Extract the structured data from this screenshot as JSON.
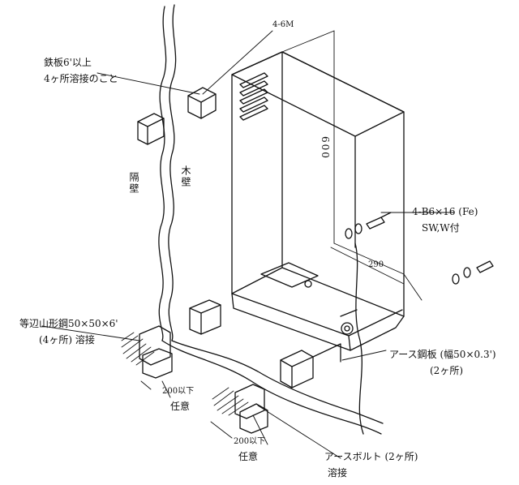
{
  "labels": {
    "anchor_4_6m": "4-6M",
    "iron_plate_line1": "鉄板6'以上",
    "iron_plate_line2": "4ヶ所溶接のこと",
    "partition_wall": "隔壁",
    "wood_wall": "木壁",
    "height_600": "600",
    "bolt_spec_line1": "4-B6×16 (Fe)",
    "bolt_spec_line2": "SW,W付",
    "width_290": "290",
    "angle_steel_line1": "等辺山形鋼50×50×6'",
    "angle_steel_line2": "(4ヶ所) 溶接",
    "earth_plate_line1": "アース鋼板 (幅50×0.3')",
    "earth_plate_line2": "(2ヶ所)",
    "dim_200_left": "200以下",
    "optional_left": "任意",
    "dim_200_bottom": "200以下",
    "optional_bottom": "任意",
    "earth_bolt_line1": "アースボルト (2ヶ所)",
    "earth_bolt_line2": "溶接"
  }
}
